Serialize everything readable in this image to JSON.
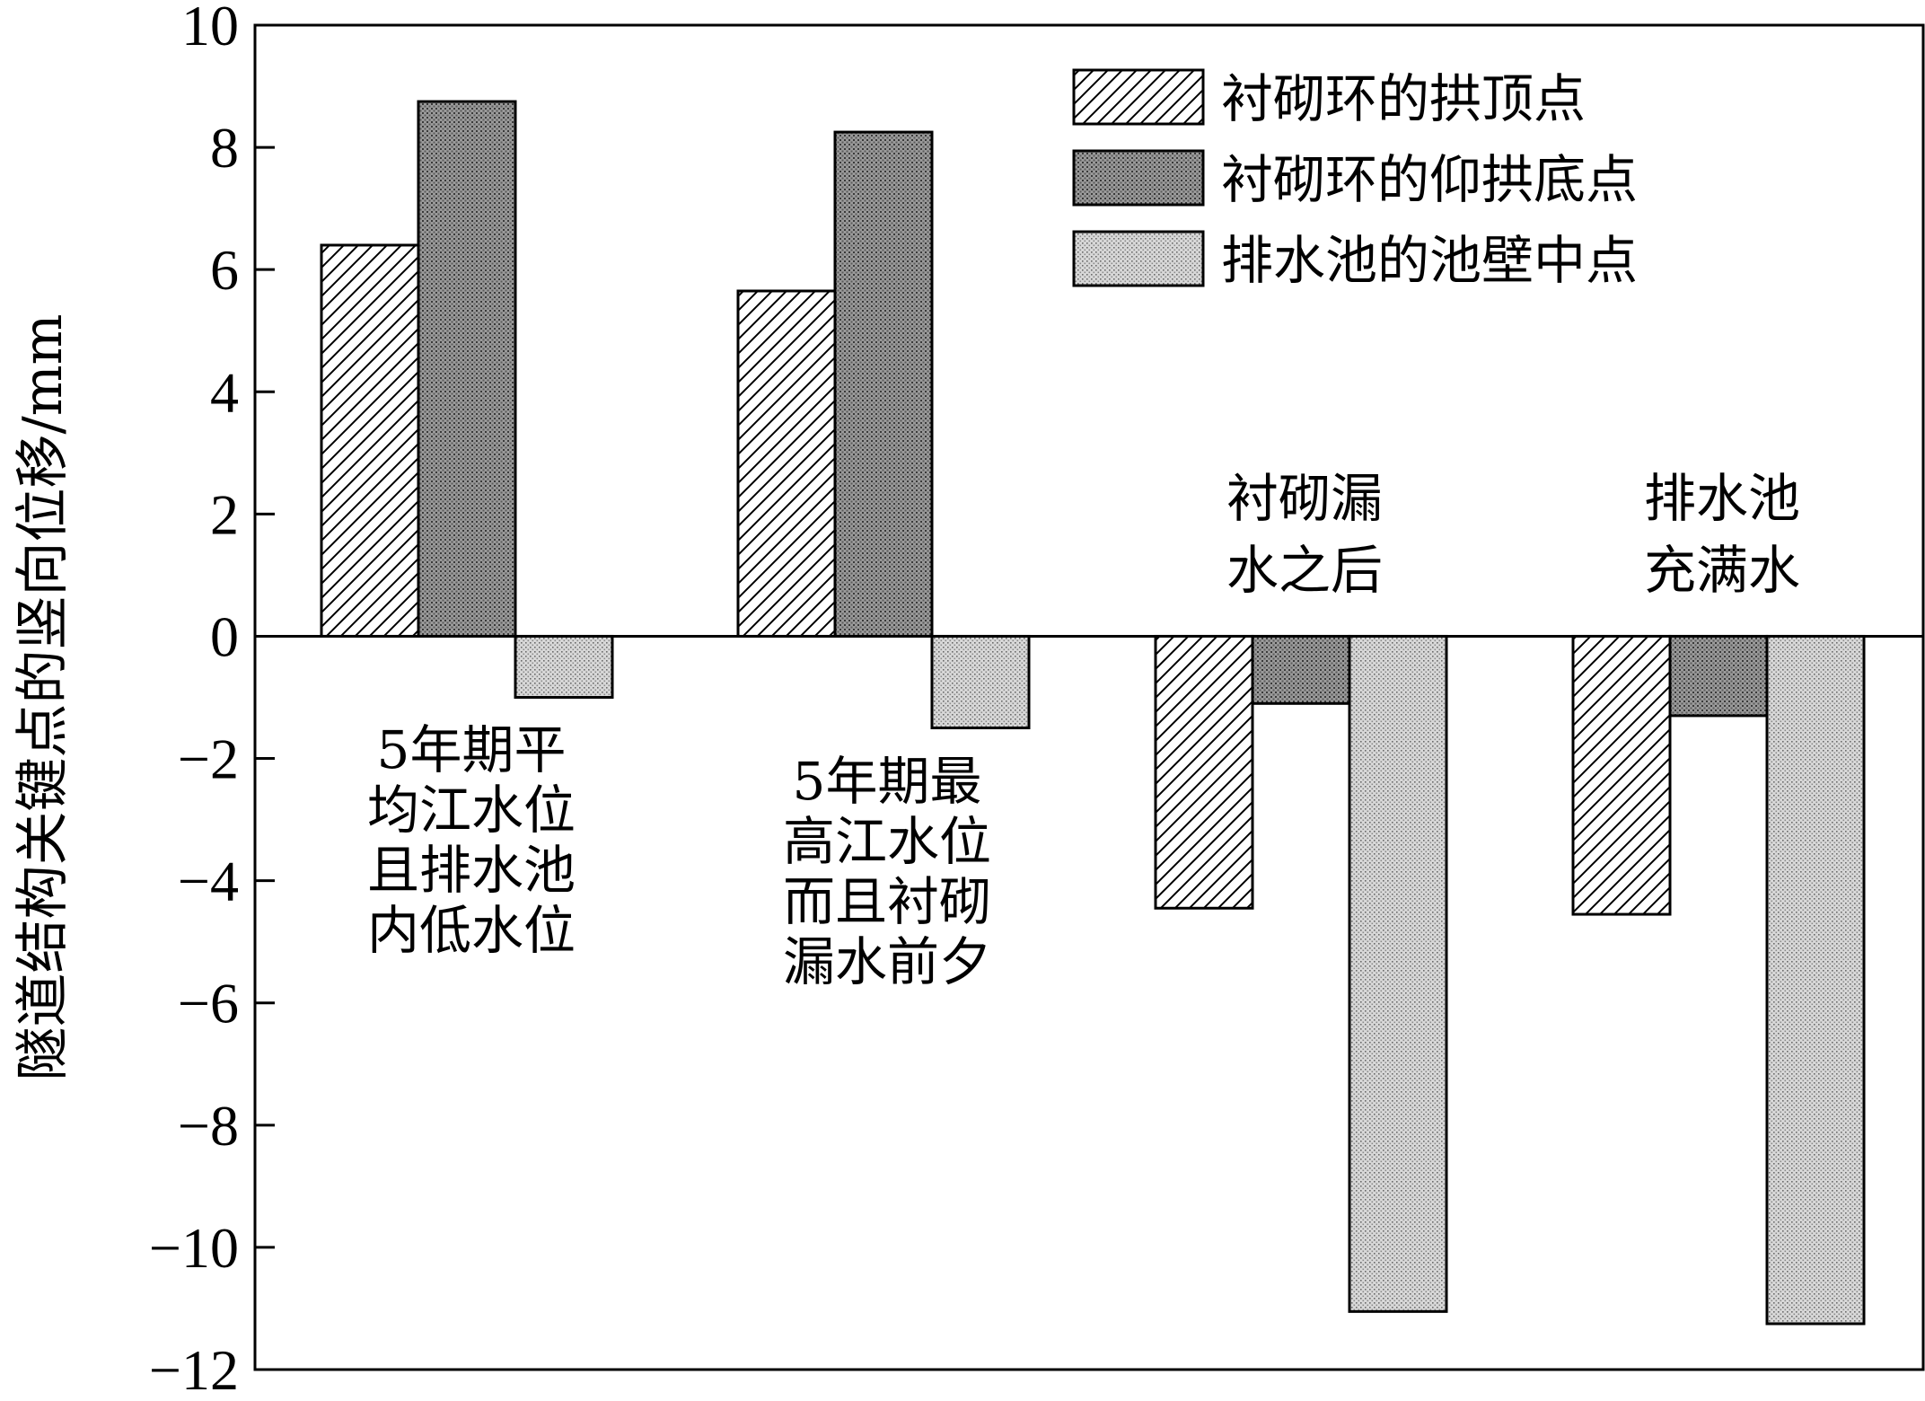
{
  "chart_data": {
    "type": "bar",
    "ylabel": "隧道结构关键点的竖向位移/mm",
    "ylim": [
      -12,
      10
    ],
    "yticks": [
      10,
      8,
      6,
      4,
      2,
      0,
      -2,
      -4,
      -6,
      -8,
      -10,
      -12
    ],
    "ytick_labels": [
      "10",
      "8",
      "6",
      "4",
      "2",
      "0",
      "−2",
      "−4",
      "−6",
      "−8",
      "−10",
      "−12"
    ],
    "categories": [
      [
        "5年期平",
        "均江水位",
        "且排水池",
        "内低水位"
      ],
      [
        "5年期最",
        "高江水位",
        "而且衬砌",
        "漏水前夕"
      ],
      [
        "衬砌漏",
        "水之后"
      ],
      [
        "排水池",
        "充满水"
      ]
    ],
    "series": [
      {
        "name": "衬砌环的拱顶点",
        "pattern": "hatch",
        "values": [
          6.4,
          5.65,
          -4.45,
          -4.55
        ]
      },
      {
        "name": "衬砌环的仰拱底点",
        "pattern": "dark-dots",
        "values": [
          8.75,
          8.25,
          -1.1,
          -1.3
        ]
      },
      {
        "name": "排水池的池壁中点",
        "pattern": "light-dots",
        "values": [
          -1.0,
          -1.5,
          -11.05,
          -11.25
        ]
      }
    ],
    "legend_position": "top-right",
    "grid": false,
    "colors": {
      "axis": "#000000",
      "bar_fill": "#ffffff",
      "dark_dot": "#8a8a8a",
      "light_dot": "#c8c8c8"
    }
  }
}
